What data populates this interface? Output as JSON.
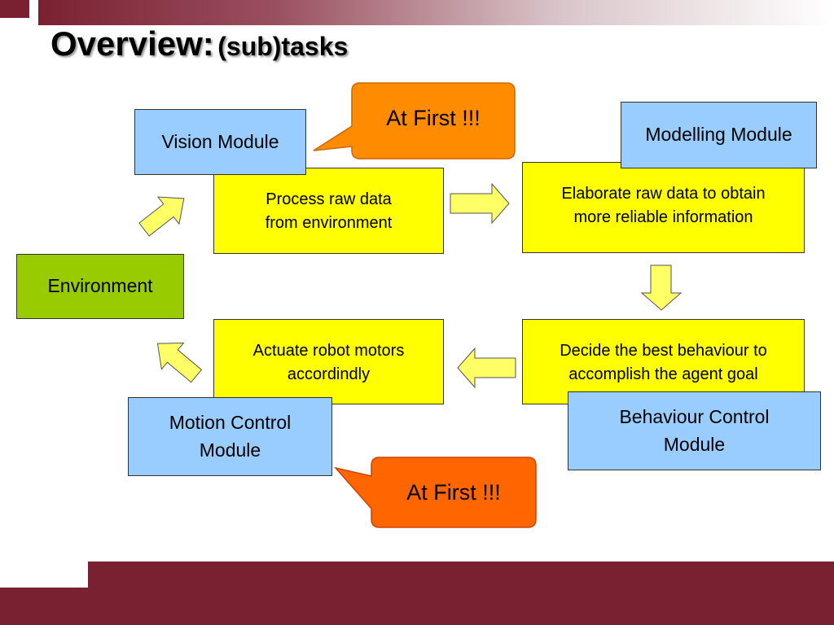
{
  "slide": {
    "title_main": "Overview:",
    "title_sub": "(sub)tasks"
  },
  "tasks": {
    "process": "Process raw data\nfrom environment",
    "elaborate": "Elaborate raw data to obtain\nmore reliable information",
    "decide": "Decide the best behaviour to\naccomplish the agent goal",
    "actuate": "Actuate robot motors\naccordindly"
  },
  "modules": {
    "vision": "Vision Module",
    "modelling": "Modelling Module",
    "behaviour": "Behaviour Control\nModule",
    "motion": "Motion Control\nModule"
  },
  "environment": "Environment",
  "callouts": {
    "top": "At First !!!",
    "bottom": "At First !!!"
  },
  "colors": {
    "task_fill": "#ffff00",
    "module_fill": "#99ccff",
    "environment_fill": "#99cc00",
    "callout_top_fill": "#ff8c00",
    "callout_bottom_fill": "#ff6600",
    "arrow_fill": "#ffff66",
    "brand": "#7a2131"
  }
}
